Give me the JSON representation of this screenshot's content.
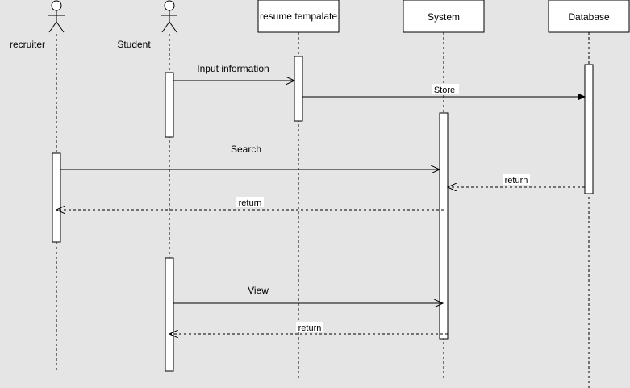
{
  "actors": {
    "recruiter": "recruiter",
    "student": "Student"
  },
  "objects": {
    "resume": "resume tempalate",
    "system": "System",
    "database": "Database"
  },
  "messages": {
    "input_information": "Input information",
    "store": "Store",
    "search": "Search",
    "return_db": "return",
    "return_recruiter": "return",
    "view": "View",
    "return_student": "return"
  },
  "colors": {
    "background": "#e5e5e5",
    "box_fill": "#ffffff",
    "line": "#000000"
  }
}
